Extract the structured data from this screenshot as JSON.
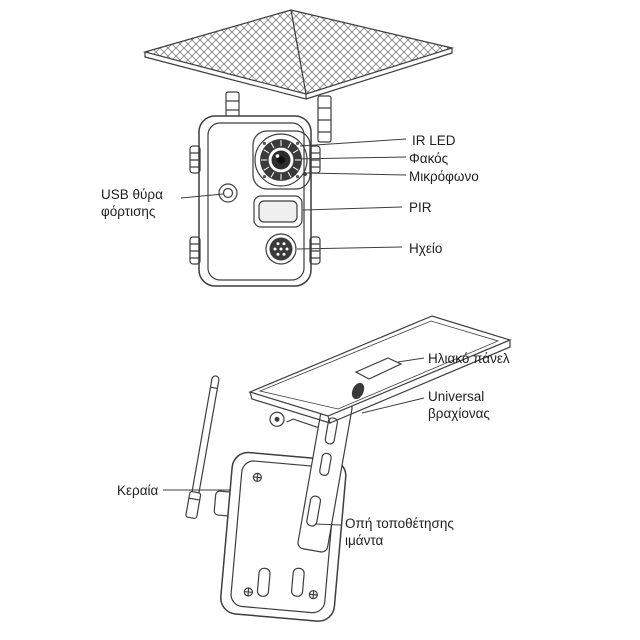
{
  "figure": {
    "type": "product-annotation-diagram",
    "subject": "solar security camera",
    "colors": {
      "line": "#3d3d3d",
      "dark_fill": "#3a3a3a",
      "text": "#1e1e1e",
      "background": "#ffffff"
    }
  },
  "top_view": {
    "labels": {
      "ir_led": "IR LED",
      "lens": "Φακός",
      "microphone": "Μικρόφωνο",
      "pir": "PIR",
      "speaker": "Ηχείο",
      "usb_port": "USB θύρα φόρτισης"
    }
  },
  "bottom_view": {
    "labels": {
      "solar_panel": "Ηλιακό πάνελ",
      "bracket": "Universal βραχίονας",
      "antenna": "Κεραία",
      "strap_hole": "Οπή τοποθέτησης ιμάντα"
    }
  }
}
